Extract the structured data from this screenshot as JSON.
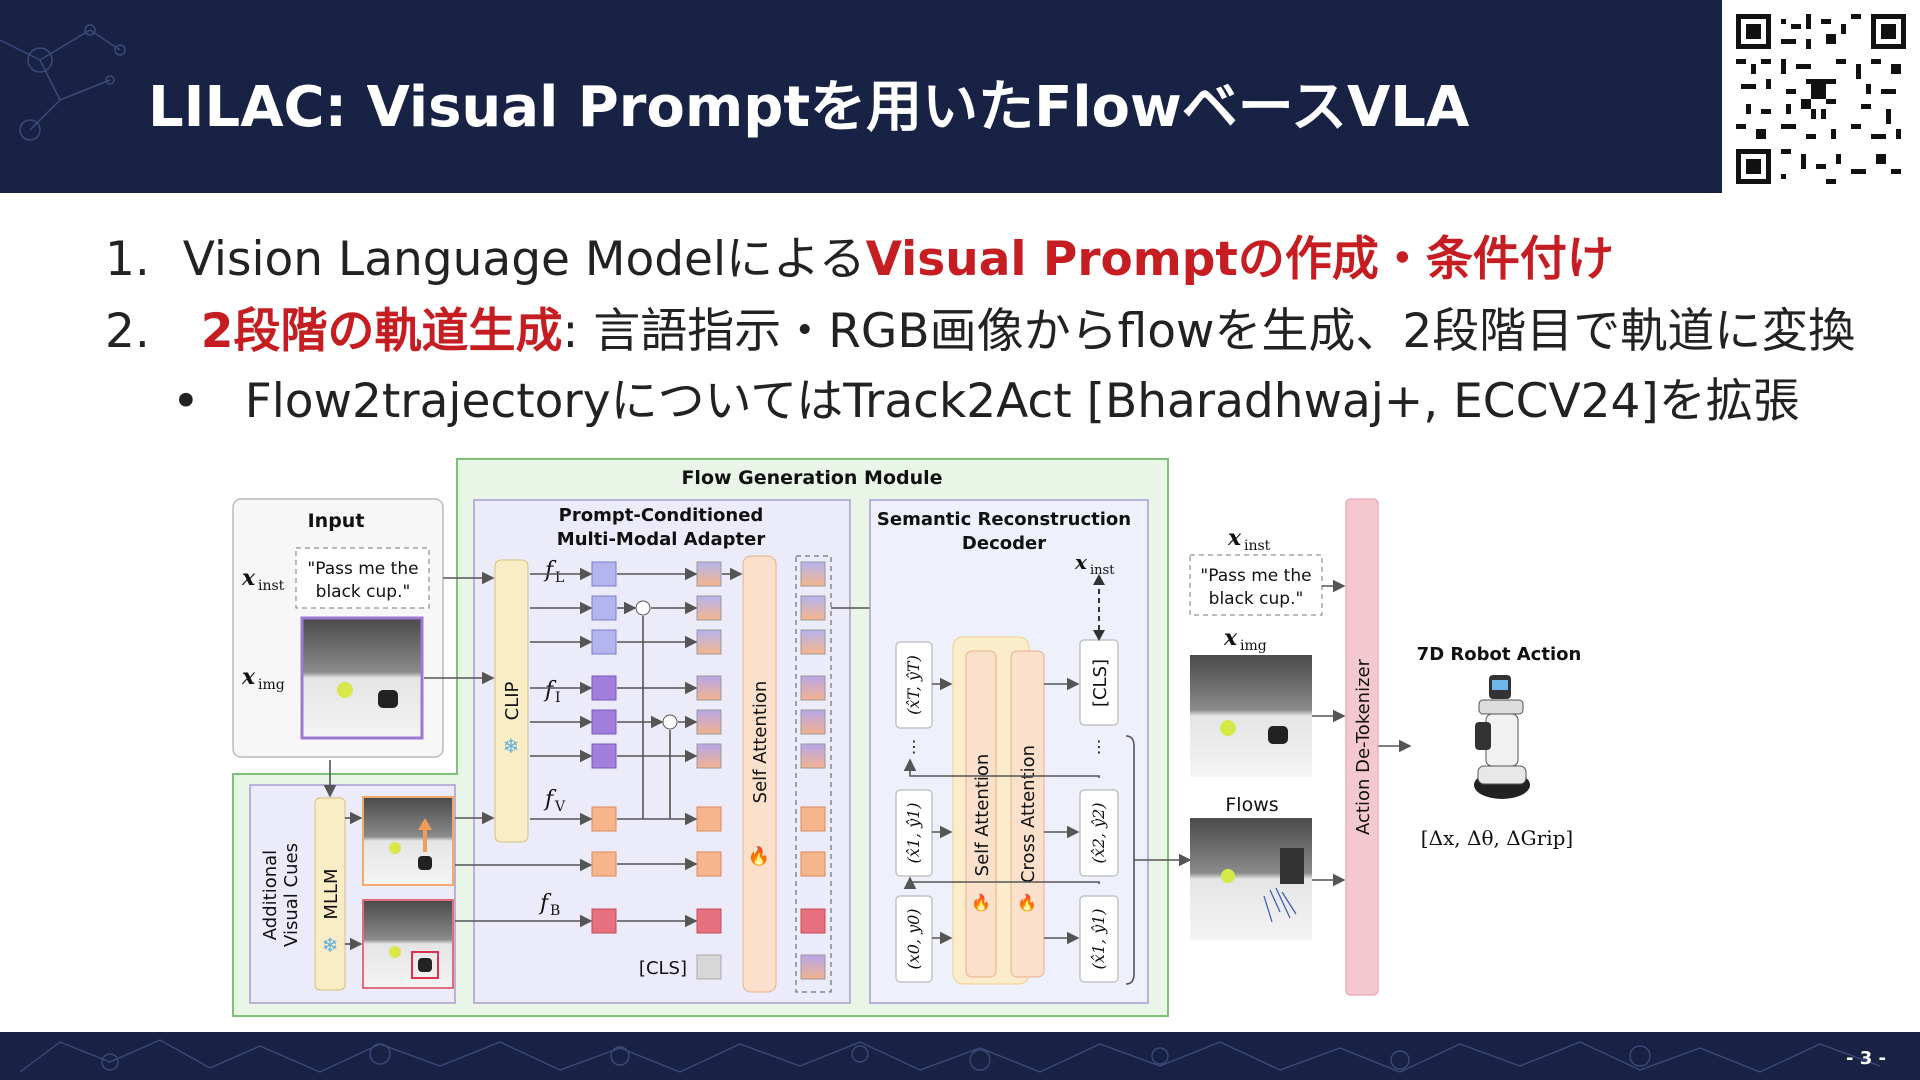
{
  "header": {
    "title": "LILAC: Visual Promptを用いたFlowベースVLA"
  },
  "bullets": {
    "b1_num": "1.",
    "b1_plain": "Vision Language Modelによる",
    "b1_em": "Visual Promptの作成・条件付け",
    "b2_num": "2.",
    "b2_em": "2段階の軌道生成",
    "b2_plain": ": 言語指示・RGB画像からflowを生成、2段階目で軌道に変換",
    "b3_mark": "•",
    "b3_text": "Flow2trajectoryについてはTrack2Act [Bharadhwaj+, ECCV24]を拡張"
  },
  "diagram": {
    "flow_gen_title": "Flow Generation Module",
    "input_title": "Input",
    "x_inst": "x",
    "x_inst_sub": "inst",
    "x_img": "x",
    "x_img_sub": "img",
    "instruction": [
      "\"Pass me the",
      "black cup.\""
    ],
    "adapter_title": [
      "Prompt-Conditioned",
      "Multi-Modal Adapter"
    ],
    "decoder_title": [
      "Semantic Reconstruction",
      "Decoder"
    ],
    "clip": "CLIP",
    "mllm": "MLLM",
    "additional_cues": [
      "Additional",
      "Visual Cues"
    ],
    "f_L": "f",
    "f_L_sub": "L",
    "f_I": "f",
    "f_I_sub": "I",
    "f_V": "f",
    "f_V_sub": "V",
    "f_B": "f",
    "f_B_sub": "B",
    "cls": "[CLS]",
    "self_attention": "Self Attention",
    "cross_attention": "Cross Attention",
    "traj_tokens": [
      "(x̂T, ŷT)",
      "(x̂1, ŷ1)",
      "(x0, y0)",
      "(x̂2, ŷ2)",
      "(x̂1, ŷ1)"
    ],
    "flows": "Flows",
    "action_detokenizer": "Action De-Tokenizer",
    "robot_action_title": "7D Robot Action",
    "robot_action_formula": "[Δx, Δθ, ΔGrip]"
  },
  "footer": {
    "page": "- 3 -"
  },
  "colors": {
    "navy": "#172245",
    "red_emphasis": "#c51d21",
    "flow_green": "#e8f4e6",
    "adapter_purple": "#ecebf9",
    "clip_yellow": "#f9edc6",
    "attn_orange": "#fbe0cb",
    "detok_pink": "#f4c8cf"
  },
  "icons": [
    "qr-code-icon",
    "snowflake-icon",
    "flame-icon",
    "robot-icon",
    "network-pattern-icon"
  ]
}
